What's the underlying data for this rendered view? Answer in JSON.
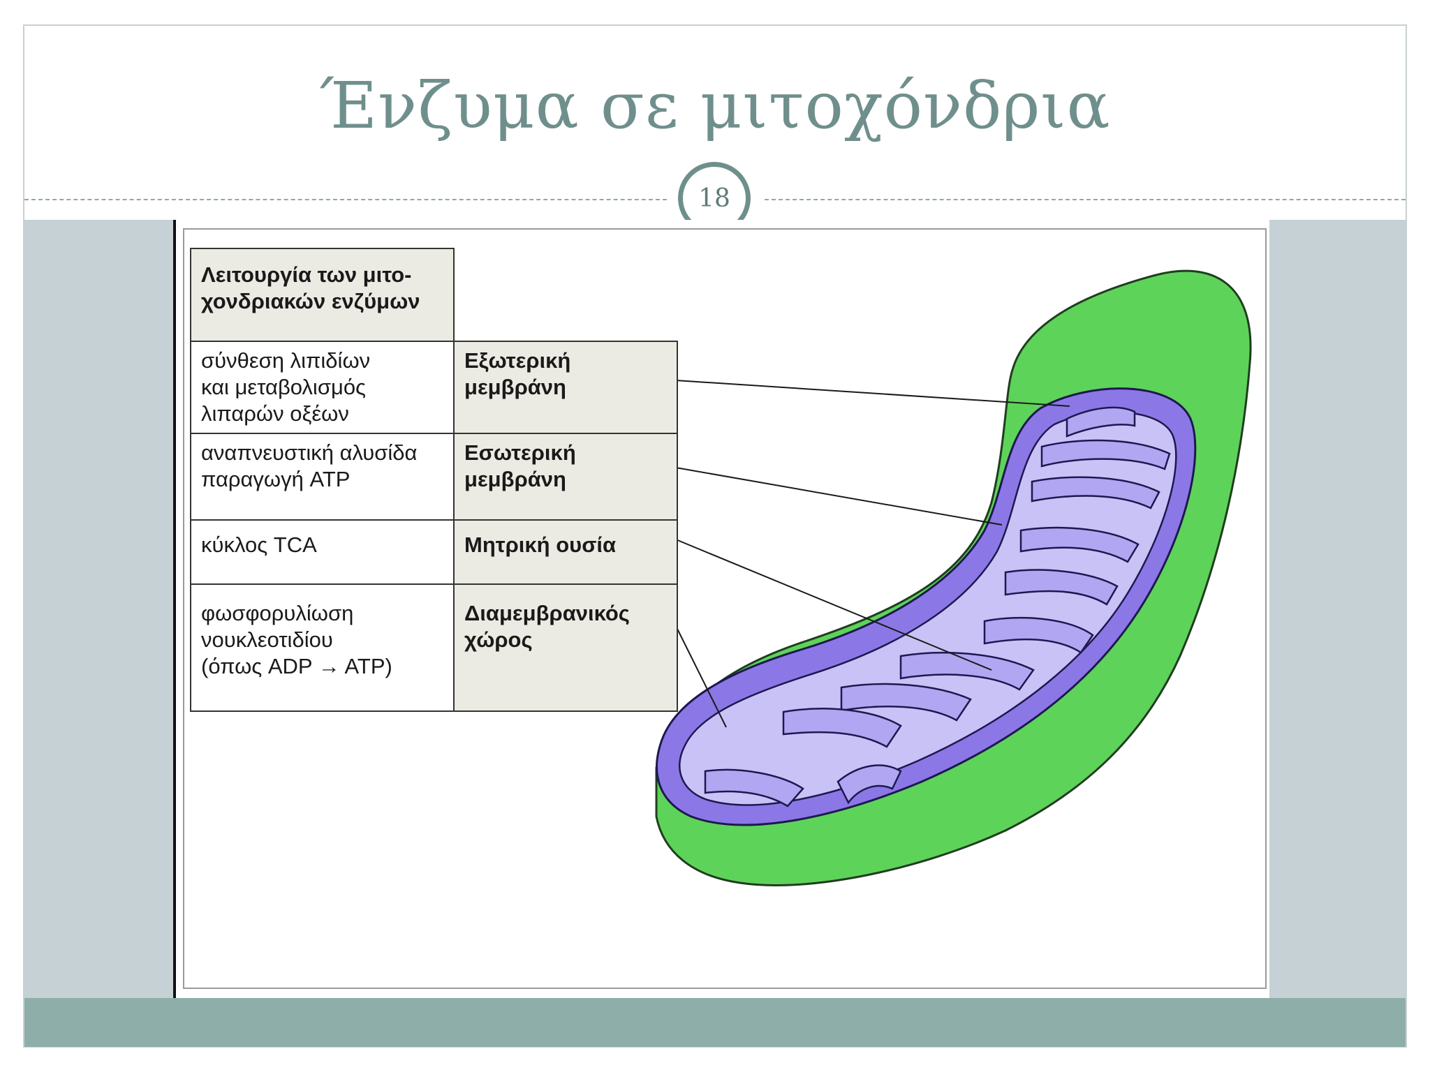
{
  "slide": {
    "title": "Ένζυμα σε μιτοχόνδρια",
    "page_number": "18"
  },
  "table": {
    "header": "Λειτουργία των μιτο-\nχονδριακών ενζύμων",
    "rows": [
      {
        "function": "σύνθεση λιπιδίων\nκαι μεταβολισμός\nλιπαρών οξέων",
        "location": "Εξωτερική\nμεμβράνη"
      },
      {
        "function": "αναπνευστική αλυσίδα\nπαραγωγή ATP",
        "location": "Εσωτερική\nμεμβράνη"
      },
      {
        "function": "κύκλος TCA",
        "location": "Μητρική ουσία"
      },
      {
        "function": "φωσφορυλίωση\nνουκλεοτιδίου\n(όπως ADP → ATP)",
        "location": "Διαμεμβρανικός\nχώρος"
      }
    ]
  },
  "colors": {
    "outer_membrane": "#5ed35a",
    "inner_membrane": "#8b78e6",
    "matrix": "#c9c2f7",
    "title": "#6f8f8c",
    "band": "#c5d1d4",
    "footer": "#8eaeaa"
  }
}
